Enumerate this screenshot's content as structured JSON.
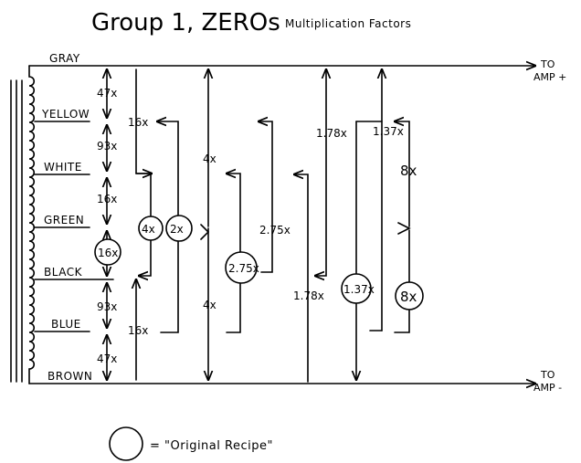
{
  "title": {
    "main": "Group 1, ZEROs",
    "sub": "Multiplication Factors"
  },
  "taps": [
    {
      "id": "gray",
      "label": "GRAY"
    },
    {
      "id": "yellow",
      "label": "YELLOW"
    },
    {
      "id": "white",
      "label": "WHITE"
    },
    {
      "id": "green",
      "label": "GREEN"
    },
    {
      "id": "black",
      "label": "BLACK"
    },
    {
      "id": "blue",
      "label": "BLUE"
    },
    {
      "id": "brown",
      "label": "BROWN"
    }
  ],
  "outputs": {
    "amp_plus_to": "TO",
    "amp_plus": "AMP +",
    "amp_minus_to": "TO",
    "amp_minus": "AMP -"
  },
  "factors": {
    "gray_yellow": "47x",
    "yellow_white": "93x",
    "white_green": "16x",
    "green_black_circled": "16x",
    "black_blue": "93x",
    "blue_brown": "47x",
    "gray_white": "16x",
    "black_brown": "16x",
    "circled_4x": "4x",
    "circled_2x": "2x",
    "gray_green": "4x",
    "green_brown": "4x",
    "circled_275x": "2.75x",
    "yellow_black_275x": "2.75x",
    "gray_black": "1.78x",
    "white_brown": "1.78x",
    "gray_blue": "1.37x",
    "circled_137x": "1.37x",
    "yellow_green": "8x",
    "circled_8x": "8x"
  },
  "legend": {
    "text": "= \"Original Recipe\""
  }
}
